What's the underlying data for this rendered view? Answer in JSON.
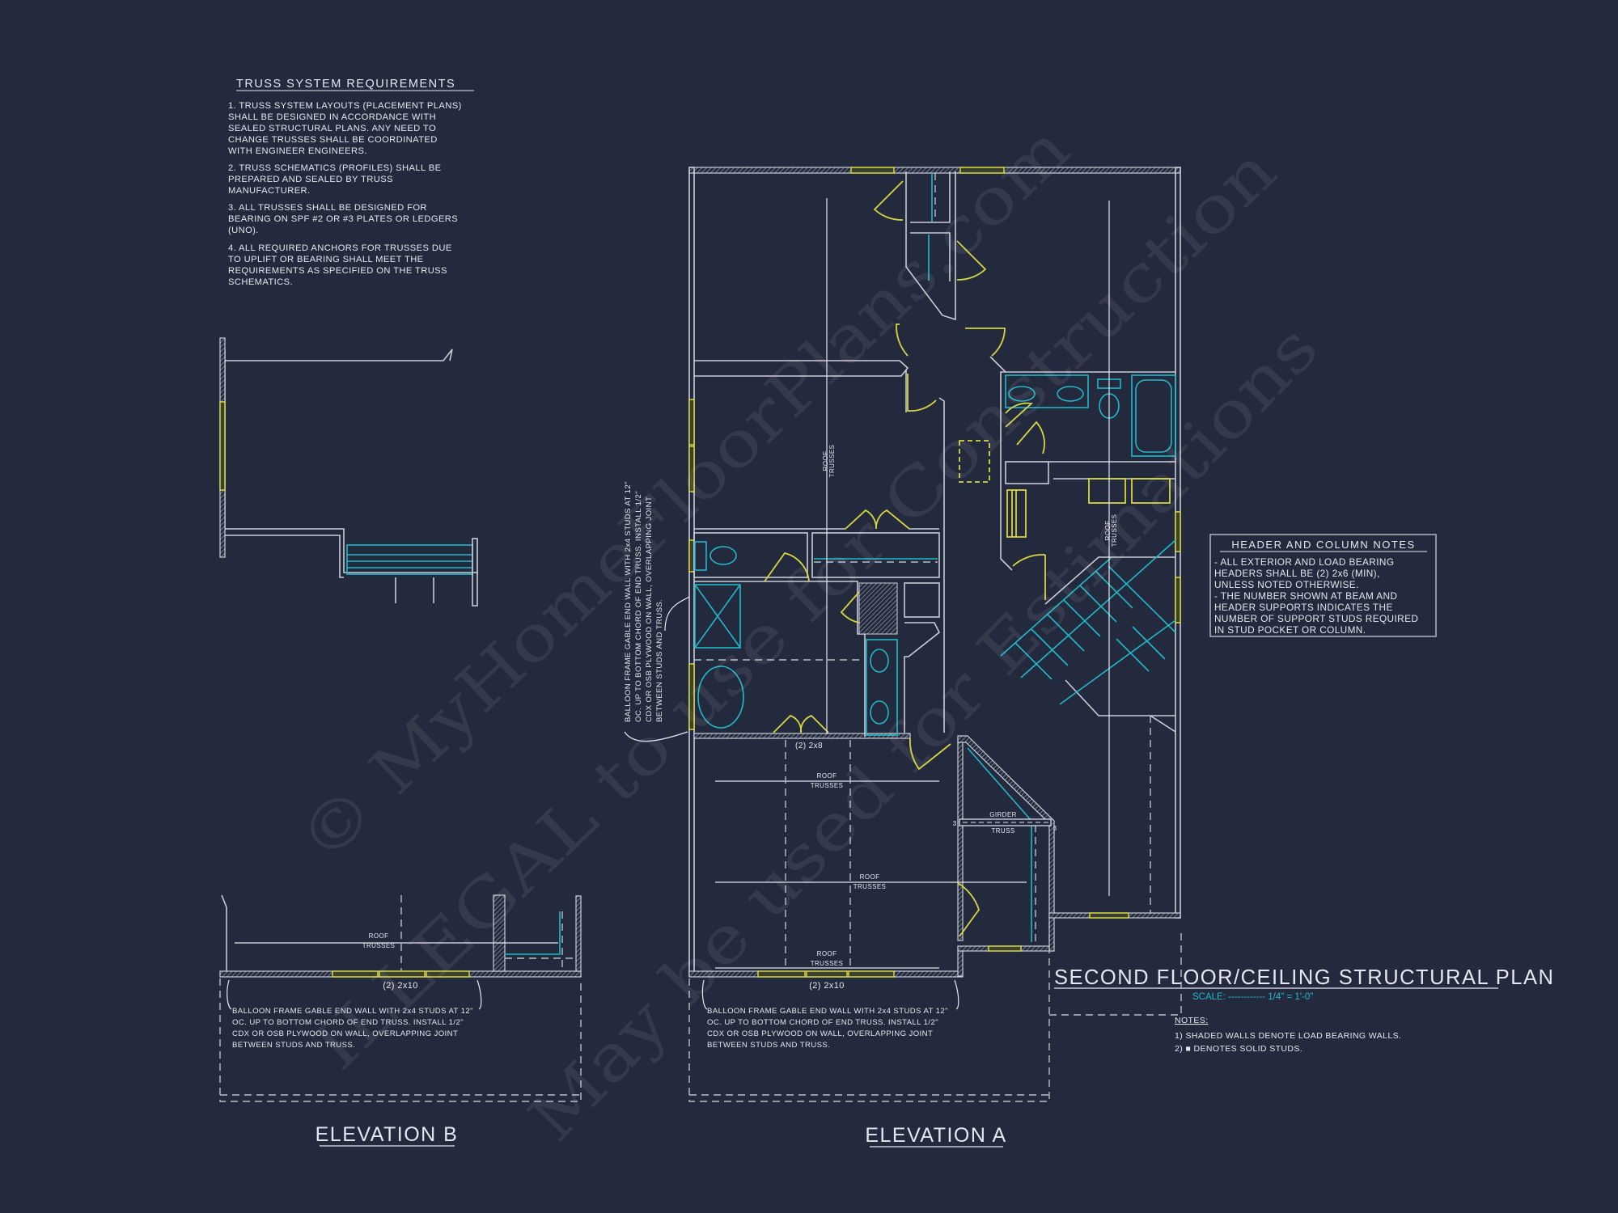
{
  "colors": {
    "background": "#242a3d",
    "linework": "#c9cdd6",
    "windows_doors": "#d6d640",
    "fixtures": "#22b8c8",
    "scale_text": "#22b8c8"
  },
  "truss_requirements": {
    "title": "TRUSS SYSTEM REQUIREMENTS",
    "paragraphs": [
      [
        "1. TRUSS SYSTEM LAYOUTS (PLACEMENT PLANS)",
        "SHALL BE DESIGNED IN ACCORDANCE WITH",
        "SEALED STRUCTURAL PLANS. ANY NEED TO",
        "CHANGE TRUSSES SHALL BE COORDINATED",
        "WITH ENGINEER ENGINEERS."
      ],
      [
        "2. TRUSS SCHEMATICS (PROFILES) SHALL BE",
        "PREPARED AND SEALED BY TRUSS",
        "MANUFACTURER."
      ],
      [
        "3. ALL TRUSSES SHALL BE DESIGNED FOR",
        "BEARING ON SPF #2 OR #3 PLATES OR LEDGERS",
        "(UNO)."
      ],
      [
        "4. ALL REQUIRED ANCHORS FOR TRUSSES DUE",
        "TO UPLIFT OR BEARING SHALL MEET THE",
        "REQUIREMENTS AS SPECIFIED ON THE TRUSS",
        "SCHEMATICS."
      ]
    ]
  },
  "header_column_notes": {
    "title": "HEADER AND COLUMN NOTES",
    "lines": [
      "- ALL EXTERIOR AND LOAD BEARING",
      "HEADERS SHALL BE (2) 2x6 (MIN),",
      "UNLESS NOTED OTHERWISE.",
      "- THE NUMBER SHOWN AT BEAM AND",
      "HEADER SUPPORTS INDICATES THE",
      "NUMBER OF SUPPORT STUDS REQUIRED",
      "IN STUD POCKET OR COLUMN."
    ]
  },
  "plan": {
    "title": "SECOND FLOOR/CEILING STRUCTURAL PLAN",
    "scale": "SCALE: ------------ 1/4\" = 1'-0\"",
    "notes_heading": "NOTES:",
    "notes": [
      "1) SHADED WALLS DENOTE LOAD BEARING WALLS.",
      "2) ■ DENOTES SOLID STUDS."
    ],
    "roof_label": [
      "ROOF",
      "TRUSSES"
    ],
    "girder_label": [
      "GIRDER",
      "TRUSS"
    ],
    "support_studs": "3",
    "header_2x8": "(2) 2x8",
    "side_note": [
      "BALLOON FRAME GABLE END WALL WITH 2x4 STUDS AT 12\"",
      "OC. UP TO BOTTOM CHORD OF END TRUSS. INSTALL 1/2\"",
      "CDX OR OSB PLYWOOD ON WALL, OVERLAPPING JOINT",
      "BETWEEN STUDS AND TRUSS."
    ]
  },
  "elevation_a": {
    "label": "ELEVATION A",
    "header": "(2) 2x10",
    "note": [
      "BALLOON FRAME GABLE END WALL WITH 2x4 STUDS AT 12\"",
      "OC. UP TO BOTTOM CHORD OF END TRUSS.  INSTALL 1/2\"",
      "CDX OR OSB PLYWOOD ON WALL, OVERLAPPING JOINT",
      "BETWEEN STUDS AND TRUSS."
    ]
  },
  "elevation_b": {
    "label": "ELEVATION B",
    "header": "(2) 2x10",
    "note": [
      "BALLOON FRAME GABLE END WALL WITH 2x4 STUDS AT 12\"",
      "OC. UP TO BOTTOM CHORD OF END TRUSS.  INSTALL 1/2\"",
      "CDX OR OSB PLYWOOD ON WALL, OVERLAPPING JOINT",
      "BETWEEN STUDS AND TRUSS."
    ]
  },
  "watermark": [
    "© MyHomeFloorPlans.com",
    "ILLEGAL to use for Construction",
    "May be used for Estimations"
  ]
}
